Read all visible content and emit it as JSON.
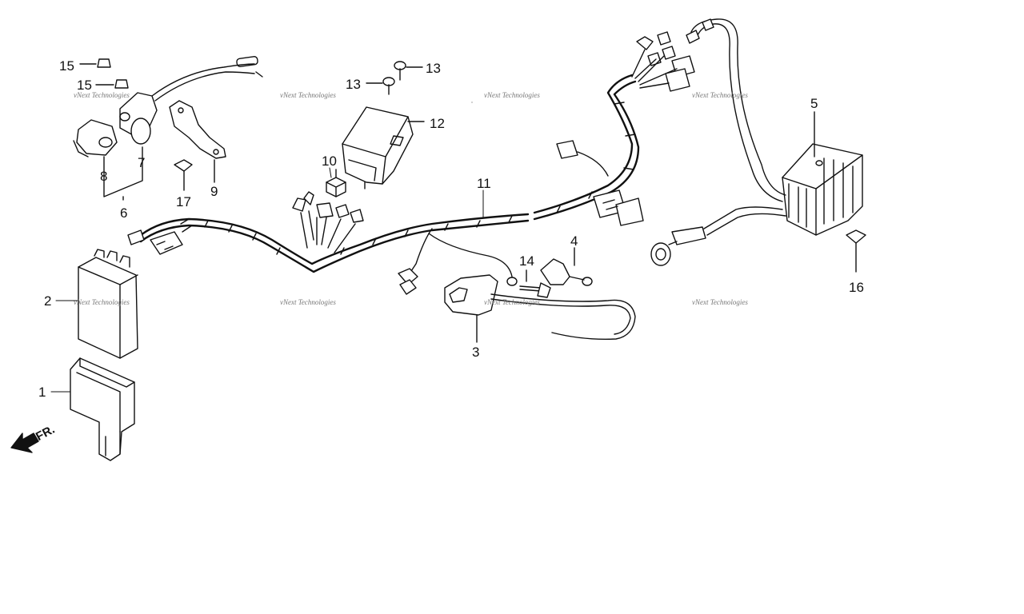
{
  "diagram": {
    "callouts": [
      {
        "id": "c1",
        "label": "1"
      },
      {
        "id": "c2",
        "label": "2"
      },
      {
        "id": "c3",
        "label": "3"
      },
      {
        "id": "c4",
        "label": "4"
      },
      {
        "id": "c5",
        "label": "5"
      },
      {
        "id": "c6",
        "label": "6"
      },
      {
        "id": "c7",
        "label": "7"
      },
      {
        "id": "c8",
        "label": "8"
      },
      {
        "id": "c9",
        "label": "9"
      },
      {
        "id": "c10",
        "label": "10"
      },
      {
        "id": "c11",
        "label": "11"
      },
      {
        "id": "c12",
        "label": "12"
      },
      {
        "id": "c13a",
        "label": "13"
      },
      {
        "id": "c13b",
        "label": "13"
      },
      {
        "id": "c14",
        "label": "14"
      },
      {
        "id": "c15a",
        "label": "15"
      },
      {
        "id": "c15b",
        "label": "15"
      },
      {
        "id": "c16",
        "label": "16"
      },
      {
        "id": "c17",
        "label": "17"
      }
    ],
    "front_indicator": "FR.",
    "watermark": "vNext Technologies"
  }
}
